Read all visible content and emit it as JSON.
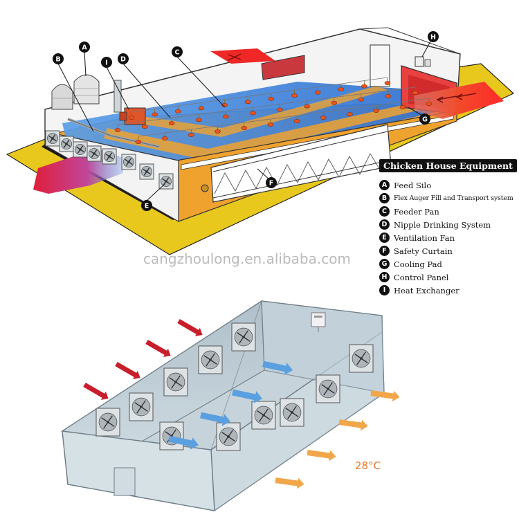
{
  "legend": {
    "title": "Chicken House Equipment",
    "items": [
      {
        "key": "A",
        "label": "Feed Silo"
      },
      {
        "key": "B",
        "label": "Flex Auger Fill and Transport system"
      },
      {
        "key": "C",
        "label": "Feeder Pan"
      },
      {
        "key": "D",
        "label": "Nipple Drinking System"
      },
      {
        "key": "E",
        "label": "Ventilation Fan"
      },
      {
        "key": "F",
        "label": "Safety Curtain"
      },
      {
        "key": "G",
        "label": "Cooling Pad"
      },
      {
        "key": "H",
        "label": "Control Panel"
      },
      {
        "key": "I",
        "label": "Heat Exchanger"
      }
    ]
  },
  "callouts": [
    "A",
    "B",
    "I",
    "D",
    "C",
    "H",
    "G",
    "E",
    "F"
  ],
  "watermark": "cangzhoulong.en.alibaba.com",
  "temperature_label": "28°C",
  "colors": {
    "ground": "#e8c81d",
    "floor": "#f0a22e",
    "airflow_blue": "#3b86d6",
    "hot_air_red": "#e52525",
    "warm_air_orange": "#f2a64a",
    "intake_arrow": "#c81e2b",
    "house_glass": "#b8c9d3"
  },
  "icons": [
    "silo-icon",
    "fan-icon",
    "feeder-pan-icon",
    "heat-exchanger-icon",
    "control-panel-icon",
    "arrow-icon"
  ]
}
